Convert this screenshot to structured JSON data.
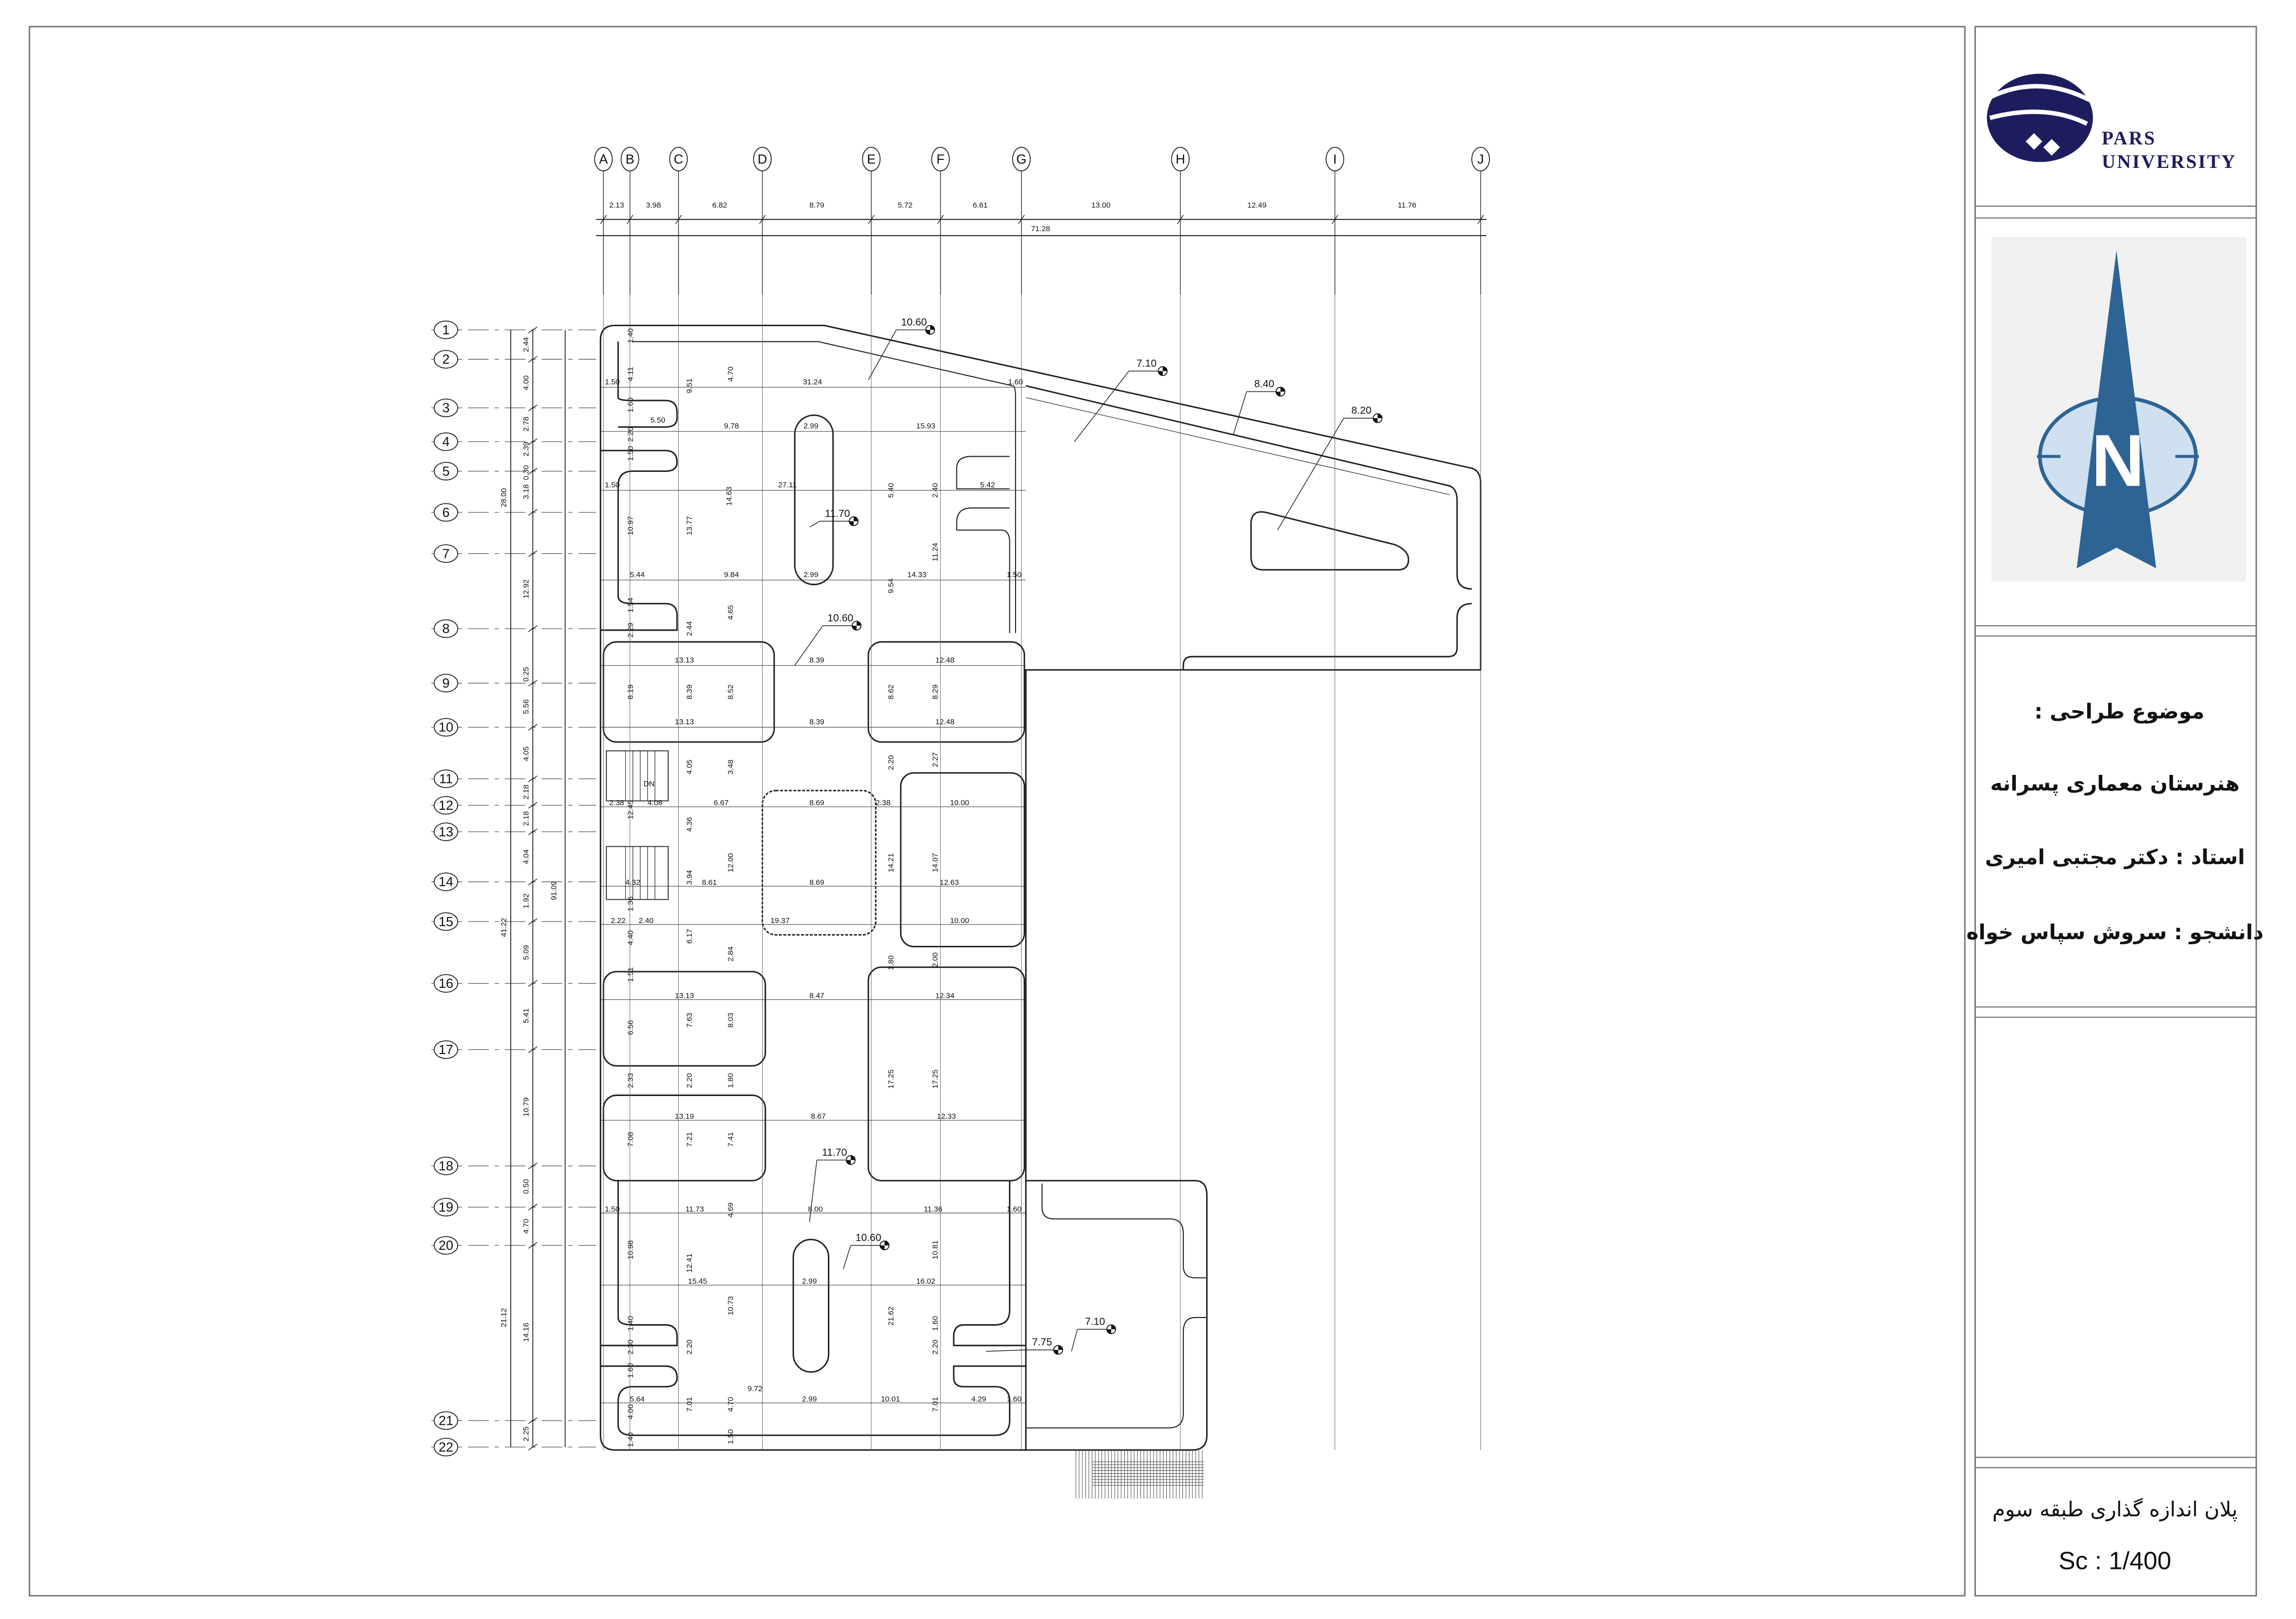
{
  "title_block": {
    "logo_line1": "PARS",
    "logo_line2": "UNIVERSITY",
    "north_letter": "N",
    "subject_label": "موضوع طراحی :",
    "project_name": "هنرستان معماری پسرانه",
    "instructor": "استاد : دکتر مجتبی امیری",
    "student": "دانشجو : سروش سپاس خواه",
    "sheet_title": "پلان اندازه گذاری طبقه سوم",
    "scale": "Sc : 1/400",
    "colors": {
      "logo": "#1c1c5e",
      "north_dark": "#2e6494",
      "north_light": "#cfe0f0"
    }
  },
  "grid": {
    "columns": [
      "A",
      "B",
      "C",
      "D",
      "E",
      "F",
      "G",
      "H",
      "I",
      "J"
    ],
    "rows": [
      "1",
      "2",
      "3",
      "4",
      "5",
      "6",
      "7",
      "8",
      "9",
      "10",
      "11",
      "12",
      "13",
      "14",
      "15",
      "16",
      "17",
      "18",
      "19",
      "20",
      "21",
      "22"
    ]
  },
  "top_dimensions": {
    "segments": [
      "2.13",
      "3.98",
      "6.82",
      "8.79",
      "5.72",
      "6.61",
      "13.00",
      "12.49",
      "11.76"
    ],
    "total": "71.28"
  },
  "side_dimensions": {
    "segments": [
      "2.44",
      "4.00",
      "2.78",
      "2.39",
      "0.30",
      "3.18",
      "12.92",
      "0.25",
      "5.56",
      "4.05",
      "2.18",
      "2.18",
      "4.04",
      "1.92",
      "5.09",
      "5.41",
      "10.79",
      "0.50",
      "4.70",
      "14.16",
      "2.25"
    ],
    "subtotals": [
      "28.00",
      "41.22",
      "21.12"
    ],
    "total": "91.09"
  },
  "plan_dimensions": [
    "1.40",
    "4.11",
    "9.51",
    "4.70",
    "31.24",
    "1.60",
    "1.50",
    "1.60",
    "5.50",
    "2.20",
    "9.78",
    "2.99",
    "15.93",
    "1.50",
    "1.50",
    "27.11",
    "5.40",
    "2.40",
    "5.42",
    "14.63",
    "10.97",
    "13.77",
    "5.44",
    "9.84",
    "2.99",
    "9.54",
    "14.33",
    "11.24",
    "1.50",
    "1.54",
    "4.65",
    "2.29",
    "2.44",
    "13.13",
    "8.39",
    "12.48",
    "8.19",
    "8.39",
    "8.52",
    "8.62",
    "8.29",
    "13.13",
    "8.39",
    "12.48",
    "4.05",
    "3.48",
    "2.20",
    "2.27",
    "2.38",
    "4.08",
    "6.67",
    "8.69",
    "2.38",
    "10.00",
    "12.45",
    "4.36",
    "12.00",
    "14.21",
    "14.07",
    "3.94",
    "4.32",
    "8.61",
    "8.69",
    "12.63",
    "1.36",
    "2.22",
    "2.40",
    "19.37",
    "10.00",
    "4.40",
    "6.17",
    "2.84",
    "1.80",
    "2.00",
    "1.51",
    "13.13",
    "8.47",
    "12.34",
    "6.56",
    "7.63",
    "8.03",
    "17.25",
    "17.25",
    "2.33",
    "2.20",
    "1.80",
    "13.19",
    "8.67",
    "12.33",
    "7.08",
    "7.21",
    "7.41",
    "1.50",
    "11.73",
    "4.69",
    "8.00",
    "11.36",
    "1.60",
    "10.98",
    "12.41",
    "10.81",
    "15.45",
    "2.99",
    "16.02",
    "10.73",
    "21.62",
    "1.40",
    "1.60",
    "2.30",
    "2.20",
    "2.20",
    "1.60",
    "9.72",
    "5.64",
    "7.01",
    "4.70",
    "2.99",
    "10.01",
    "7.01",
    "4.29",
    "1.60",
    "4.00",
    "1.40",
    "1.50"
  ],
  "elevation_marks": [
    "10.60",
    "7.10",
    "8.40",
    "8.20",
    "11.70",
    "10.60",
    "11.70",
    "10.60",
    "7.10",
    "7.75"
  ],
  "stair_label": "DN"
}
